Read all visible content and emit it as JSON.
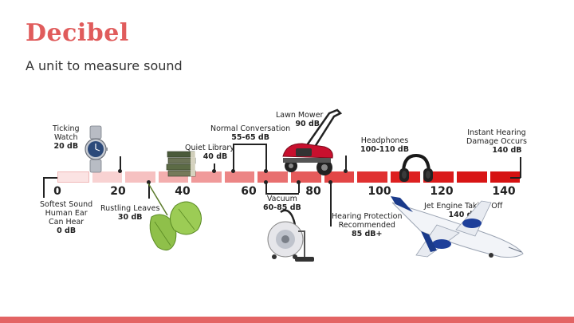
{
  "slide": {
    "title": "Decibel",
    "subtitle": "A unit to measure sound"
  },
  "scale": {
    "ticks": [
      "0",
      "20",
      "40",
      "60",
      "80",
      "100",
      "120",
      "140"
    ],
    "segment_colors": [
      "#fbe3e3",
      "#f8d2d2",
      "#f6c1c1",
      "#f3aeae",
      "#f09a9a",
      "#ec8585",
      "#e86f6f",
      "#e55b5b",
      "#e34646",
      "#e03030",
      "#dd2020",
      "#da1a1a",
      "#d81515",
      "#d61212"
    ]
  },
  "annotations": {
    "ticking_watch": {
      "label_line1": "Ticking",
      "label_line2": "Watch",
      "value": "20 dB"
    },
    "quiet_library": {
      "label": "Quiet Library",
      "value": "40 dB"
    },
    "normal_conversation": {
      "label": "Normal Conversation",
      "value": "55-65 dB"
    },
    "lawn_mower": {
      "label": "Lawn Mower",
      "value": "90 dB"
    },
    "headphones": {
      "label": "Headphones",
      "value": "100-110 dB"
    },
    "instant_hearing_damage": {
      "label_line1": "Instant Hearing",
      "label_line2": "Damage Occurs",
      "value": "140 dB"
    },
    "softest_sound": {
      "label_line1": "Softest Sound",
      "label_line2": "Human Ear",
      "label_line3": "Can Hear",
      "value": "0 dB"
    },
    "rustling_leaves": {
      "label": "Rustling Leaves",
      "value": "30 dB"
    },
    "vacuum": {
      "label": "Vacuum",
      "value": "60-85 dB"
    },
    "hearing_protection": {
      "label_line1": "Hearing Protection",
      "label_line2": "Recommended",
      "value": "85 dB+"
    },
    "jet_engine": {
      "label": "Jet Engine Taking Off",
      "value": "140 dB"
    }
  },
  "icons": [
    "watch-icon",
    "books-icon",
    "lawn-mower-icon",
    "headphones-icon",
    "leaves-icon",
    "vacuum-icon",
    "airplane-icon"
  ],
  "colors": {
    "accent": "#e05c5c",
    "bar": "#e36464"
  }
}
